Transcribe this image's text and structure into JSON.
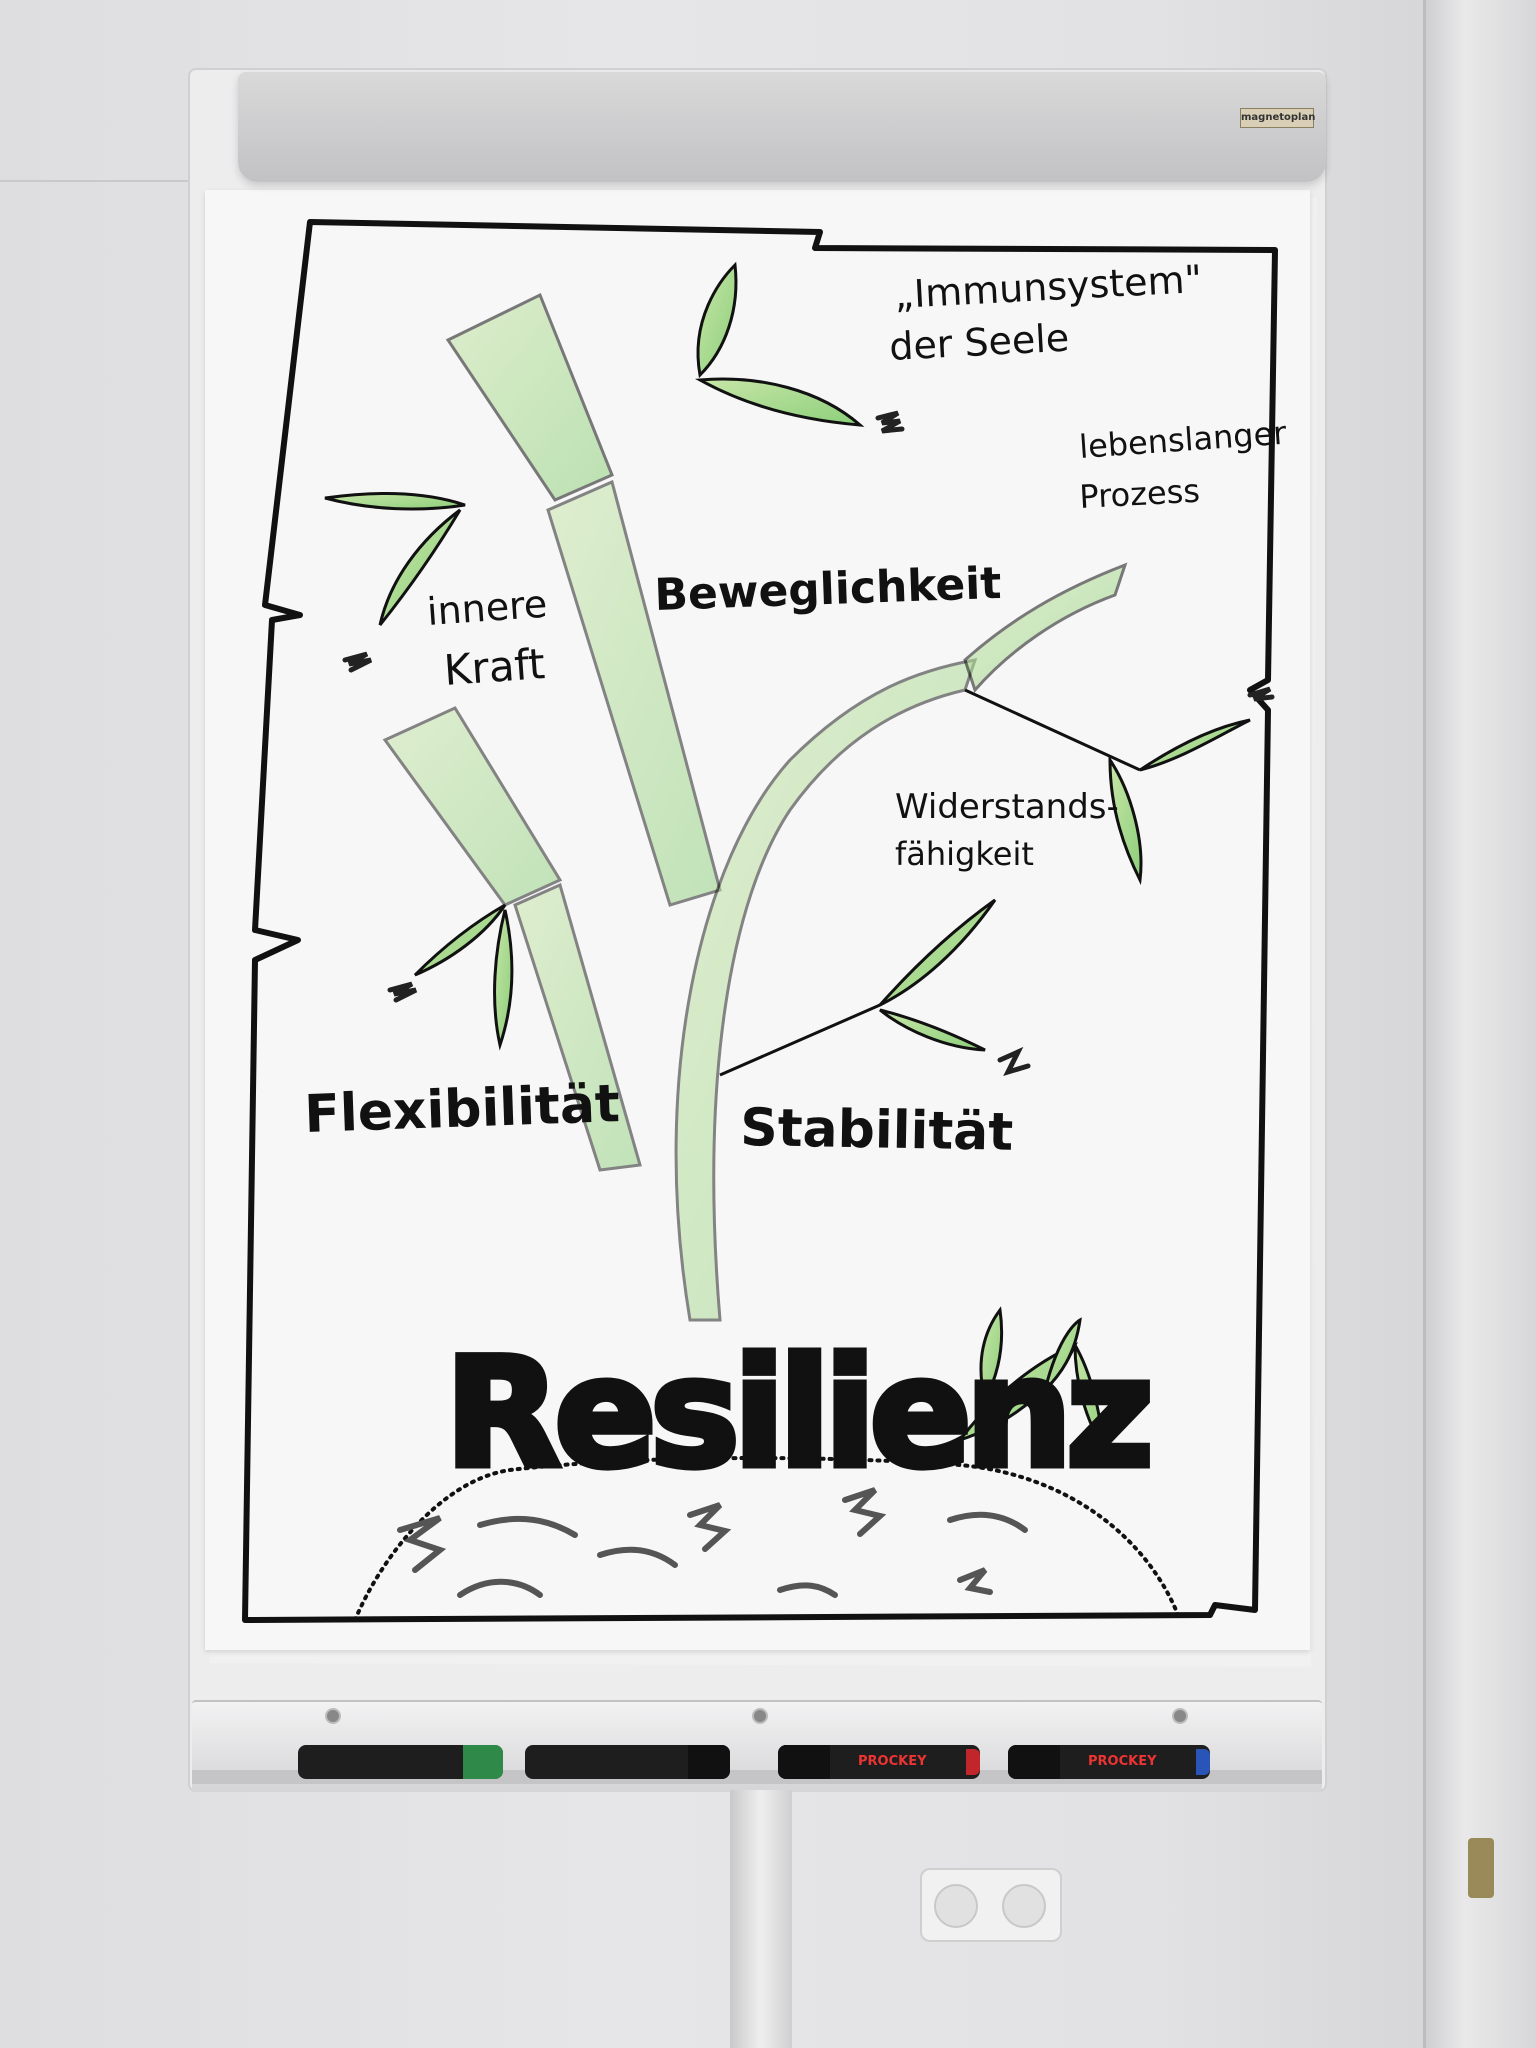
{
  "flipchart": {
    "brand": "magnetoplan",
    "title": "Resilienz",
    "annotations": {
      "immunsystem_line1": "„Immunsystem\"",
      "immunsystem_line2": "der Seele",
      "lebenslanger_line1": "lebenslanger",
      "lebenslanger_line2": "Prozess",
      "innere_line1": "innere",
      "innere_line2": "Kraft",
      "beweglichkeit": "Beweglichkeit",
      "widerstand_line1": "Widerstands-",
      "widerstand_line2": "fähigkeit",
      "flexibilitaet": "Flexibilität",
      "stabilitaet": "Stabilität"
    }
  },
  "markers": [
    {
      "label": "",
      "cap_color": "#2f8a4a"
    },
    {
      "label": "",
      "cap_color": "#1d1d1d"
    },
    {
      "label": "PROCKEY",
      "cap_color": "#c0262a"
    },
    {
      "label": "PROCKEY",
      "cap_color": "#2a55b8"
    }
  ],
  "colors": {
    "ink": "#111111",
    "leaf_green": "#9fd27a",
    "stem_green": "#4aa36a",
    "paper": "#f7f7f8"
  }
}
